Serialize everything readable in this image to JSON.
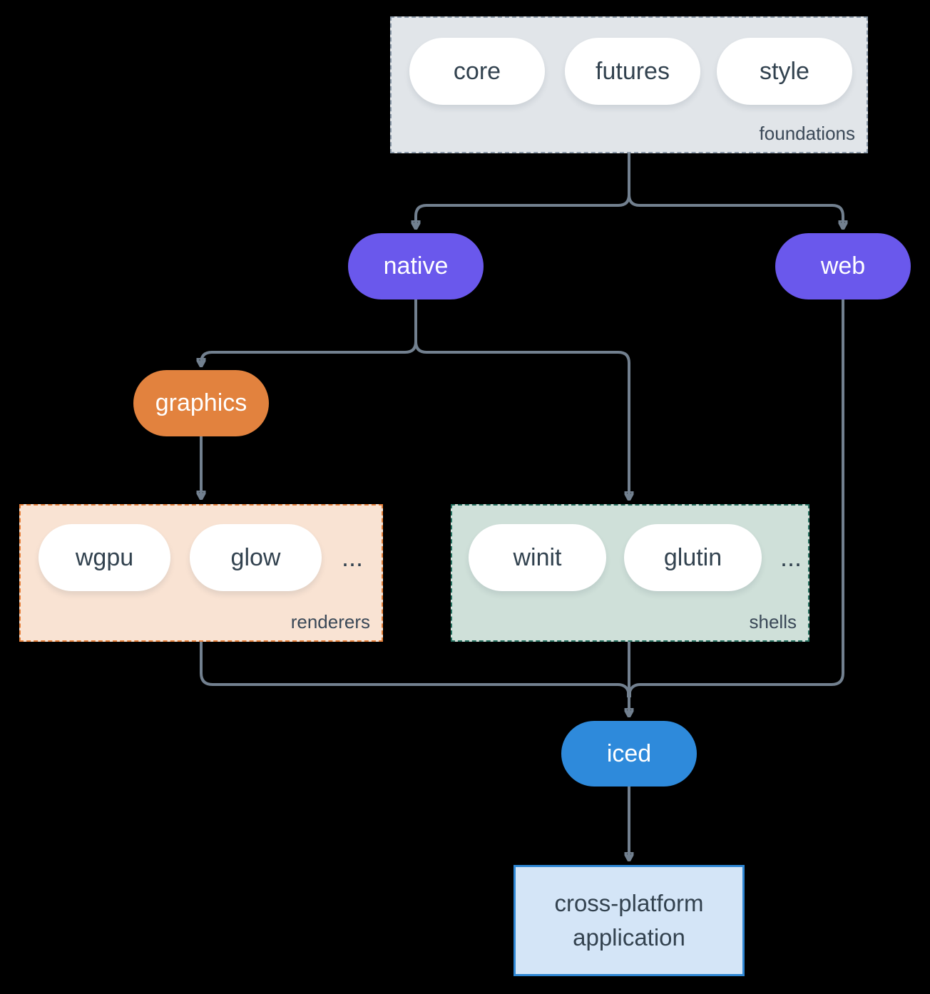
{
  "diagram": {
    "colors": {
      "background": "#000000",
      "connector": "#72808F",
      "purple_node": "#6A58EC",
      "orange_node": "#E2823E",
      "blue_node": "#2E8ADB",
      "white_pill": "#FFFFFF",
      "dark_text": "#32424F",
      "foundations_fill": "#E1E5E9",
      "foundations_border": "#8C9BAB",
      "renderers_fill": "#F9E3D3",
      "renderers_border": "#E8823C",
      "shells_fill": "#CFE0D9",
      "shells_border": "#26705F",
      "app_fill": "#D4E5F7",
      "app_border": "#2E86D3"
    },
    "groups": {
      "foundations": {
        "label": "foundations",
        "items": [
          "core",
          "futures",
          "style"
        ]
      },
      "renderers": {
        "label": "renderers",
        "items": [
          "wgpu",
          "glow"
        ],
        "ellipsis": "..."
      },
      "shells": {
        "label": "shells",
        "items": [
          "winit",
          "glutin"
        ],
        "ellipsis": "..."
      }
    },
    "nodes": {
      "native": {
        "label": "native"
      },
      "web": {
        "label": "web"
      },
      "graphics": {
        "label": "graphics"
      },
      "iced": {
        "label": "iced"
      },
      "application": {
        "label": "cross-platform application"
      }
    }
  }
}
